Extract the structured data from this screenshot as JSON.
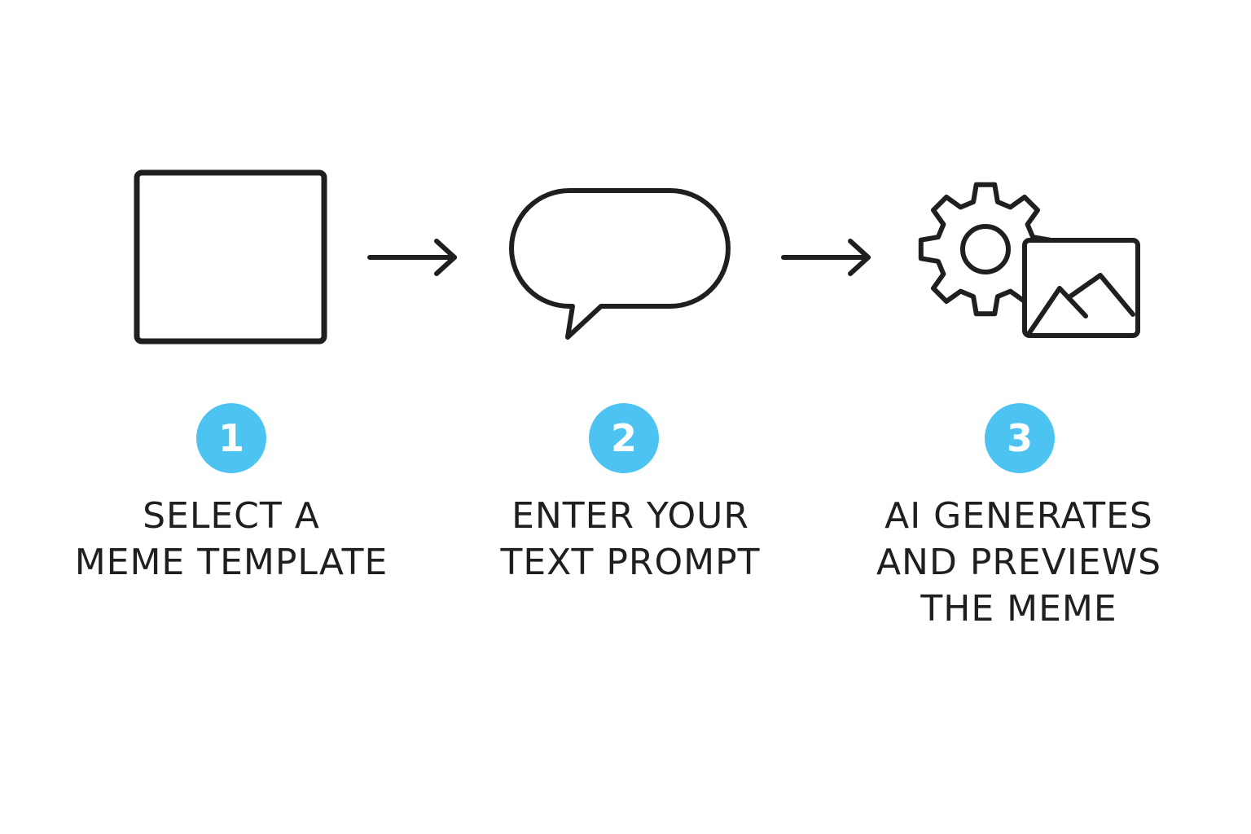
{
  "accent_color": "#4cc3f0",
  "stroke_color": "#1f1f1f",
  "steps": [
    {
      "number": "1",
      "icon": "square-frame-icon",
      "caption_lines": [
        "SELECT A",
        "MEME TEMPLATE"
      ]
    },
    {
      "number": "2",
      "icon": "speech-bubble-icon",
      "caption_lines": [
        "ENTER YOUR",
        "TEXT PROMPT"
      ]
    },
    {
      "number": "3",
      "icon": "gear-image-icon",
      "caption_lines": [
        "AI GENERATES",
        "AND PREVIEWS",
        "THE MEME"
      ]
    }
  ],
  "connectors": [
    "right-arrow-icon",
    "right-arrow-icon"
  ]
}
